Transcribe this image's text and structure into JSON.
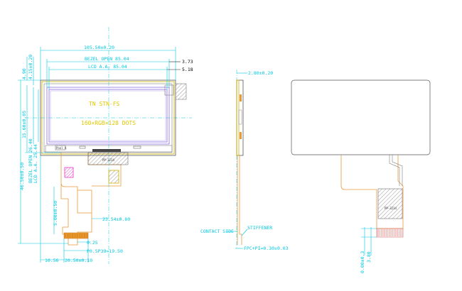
{
  "front_view": {
    "overall_width": "105.50±0.20",
    "bezel_open_width": "BEZEL OPEN  85.04",
    "lcd_aa_width": "LCD A.A. 85.04",
    "right_offset_1": "3.73",
    "right_offset_2": "5.18",
    "left_top_1": "4.90",
    "left_top_2": "4.15±0.20",
    "overall_height": "46.50±0.50",
    "left_mid_1": "15.60±0.05",
    "bezel_open_height": "BEZEL OPEN  26.40",
    "lcd_aa_height": "LCD A.A. 25.44",
    "fpc_length": "5.00±0.50",
    "window_label": "TN  STN-FS",
    "resolution_label": "160×RGB×128 DOTS",
    "fpc_label": "PP-3214",
    "stamp_label": "Pool A",
    "fpc_offset": "23.54±0.80",
    "pin_width": "0.25",
    "pin_pitch": "P0.5P39=19.50",
    "bottom_left_dim": "10.56",
    "bottom_mid_dim": "20.50±0.10"
  },
  "side_view": {
    "thickness": "2.80±0.20",
    "contact_side": "CONTACT SIDE",
    "stiffener": "STIFFENER",
    "fpc_thickness": "FPC+PI=0.30±0.03"
  },
  "back_view": {
    "fpc_label": "PP-3214",
    "dim_1": "0.00±0.3",
    "dim_2": "3.80"
  },
  "colors": {
    "dimension": "#00c8e0",
    "fpc_outline": "#e89a3a",
    "window": "#8a6ee0",
    "highlight": "#e0c800",
    "magenta": "#e020c0"
  }
}
